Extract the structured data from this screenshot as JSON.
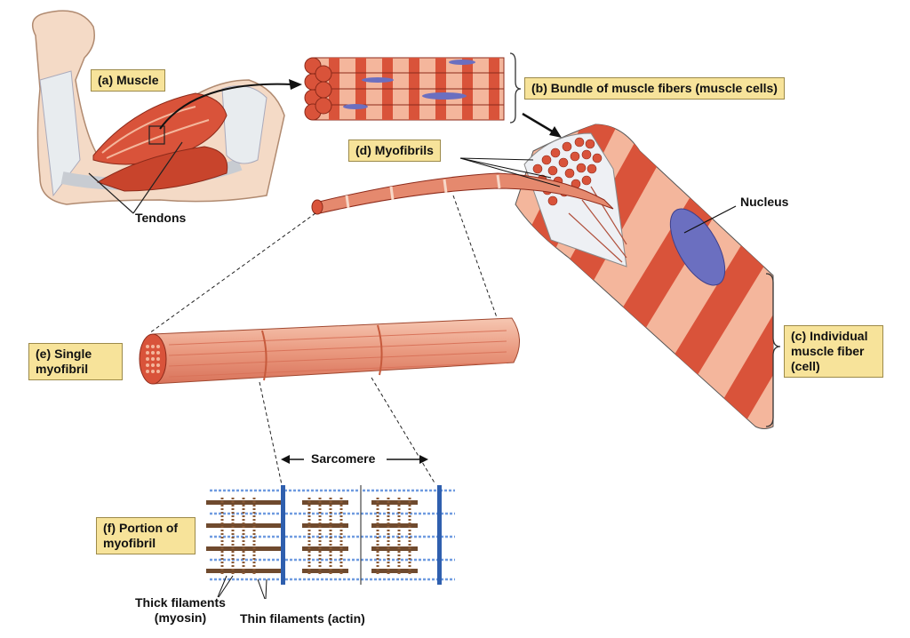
{
  "labels": {
    "a": {
      "letter": "(a)",
      "text": "Muscle"
    },
    "b": {
      "letter": "(b)",
      "text": "Bundle of muscle fibers (muscle cells)"
    },
    "c": {
      "letter": "(c)",
      "text": "Individual\nmuscle fiber\n(cell)"
    },
    "d": {
      "letter": "(d)",
      "text": "Myofibrils"
    },
    "e": {
      "letter": "(e)",
      "text": "Single\nmyofibril"
    },
    "f": {
      "letter": "(f)",
      "text": "Portion of\nmyofibril"
    }
  },
  "annotations": {
    "tendons": "Tendons",
    "nucleus": "Nucleus",
    "sarcomere": "Sarcomere",
    "thick_filaments": "Thick filaments\n(myosin)",
    "thin_filaments": "Thin filaments (actin)"
  },
  "colors": {
    "label_fill": "#f7e39a",
    "muscle_red": "#d9533a",
    "muscle_light": "#f4b69c",
    "nucleus": "#6b6fc0",
    "z_disc": "#2f5fae",
    "myosin": "#7a4a2a",
    "actin": "#6f9be0"
  }
}
